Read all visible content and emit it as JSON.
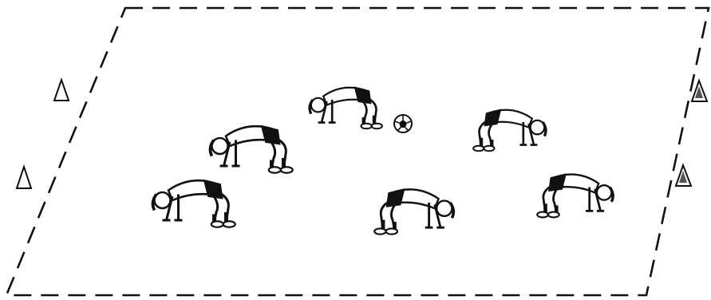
{
  "diagram": {
    "field": {
      "outline": "dashed-parallelogram",
      "line_color": "#111111"
    },
    "cones": [
      {
        "id": "cone-left-upper",
        "style": "outline"
      },
      {
        "id": "cone-left-lower",
        "style": "outline"
      },
      {
        "id": "cone-right-upper",
        "style": "shaded"
      },
      {
        "id": "cone-right-lower",
        "style": "shaded"
      }
    ],
    "players": [
      {
        "id": "player-top-center",
        "pose": "crab-walk",
        "facing": "left"
      },
      {
        "id": "player-top-right",
        "pose": "crab-walk",
        "facing": "right"
      },
      {
        "id": "player-middle-left",
        "pose": "crab-walk",
        "facing": "left"
      },
      {
        "id": "player-bottom-left",
        "pose": "crab-walk",
        "facing": "left"
      },
      {
        "id": "player-bottom-center",
        "pose": "crab-walk",
        "facing": "right"
      },
      {
        "id": "player-bottom-right",
        "pose": "crab-walk",
        "facing": "right"
      }
    ],
    "ball": {
      "id": "soccer-ball",
      "icon": "soccer-ball-icon"
    },
    "colors": {
      "ink": "#111111",
      "paper": "#ffffff",
      "cone_shade": "#555555"
    }
  }
}
